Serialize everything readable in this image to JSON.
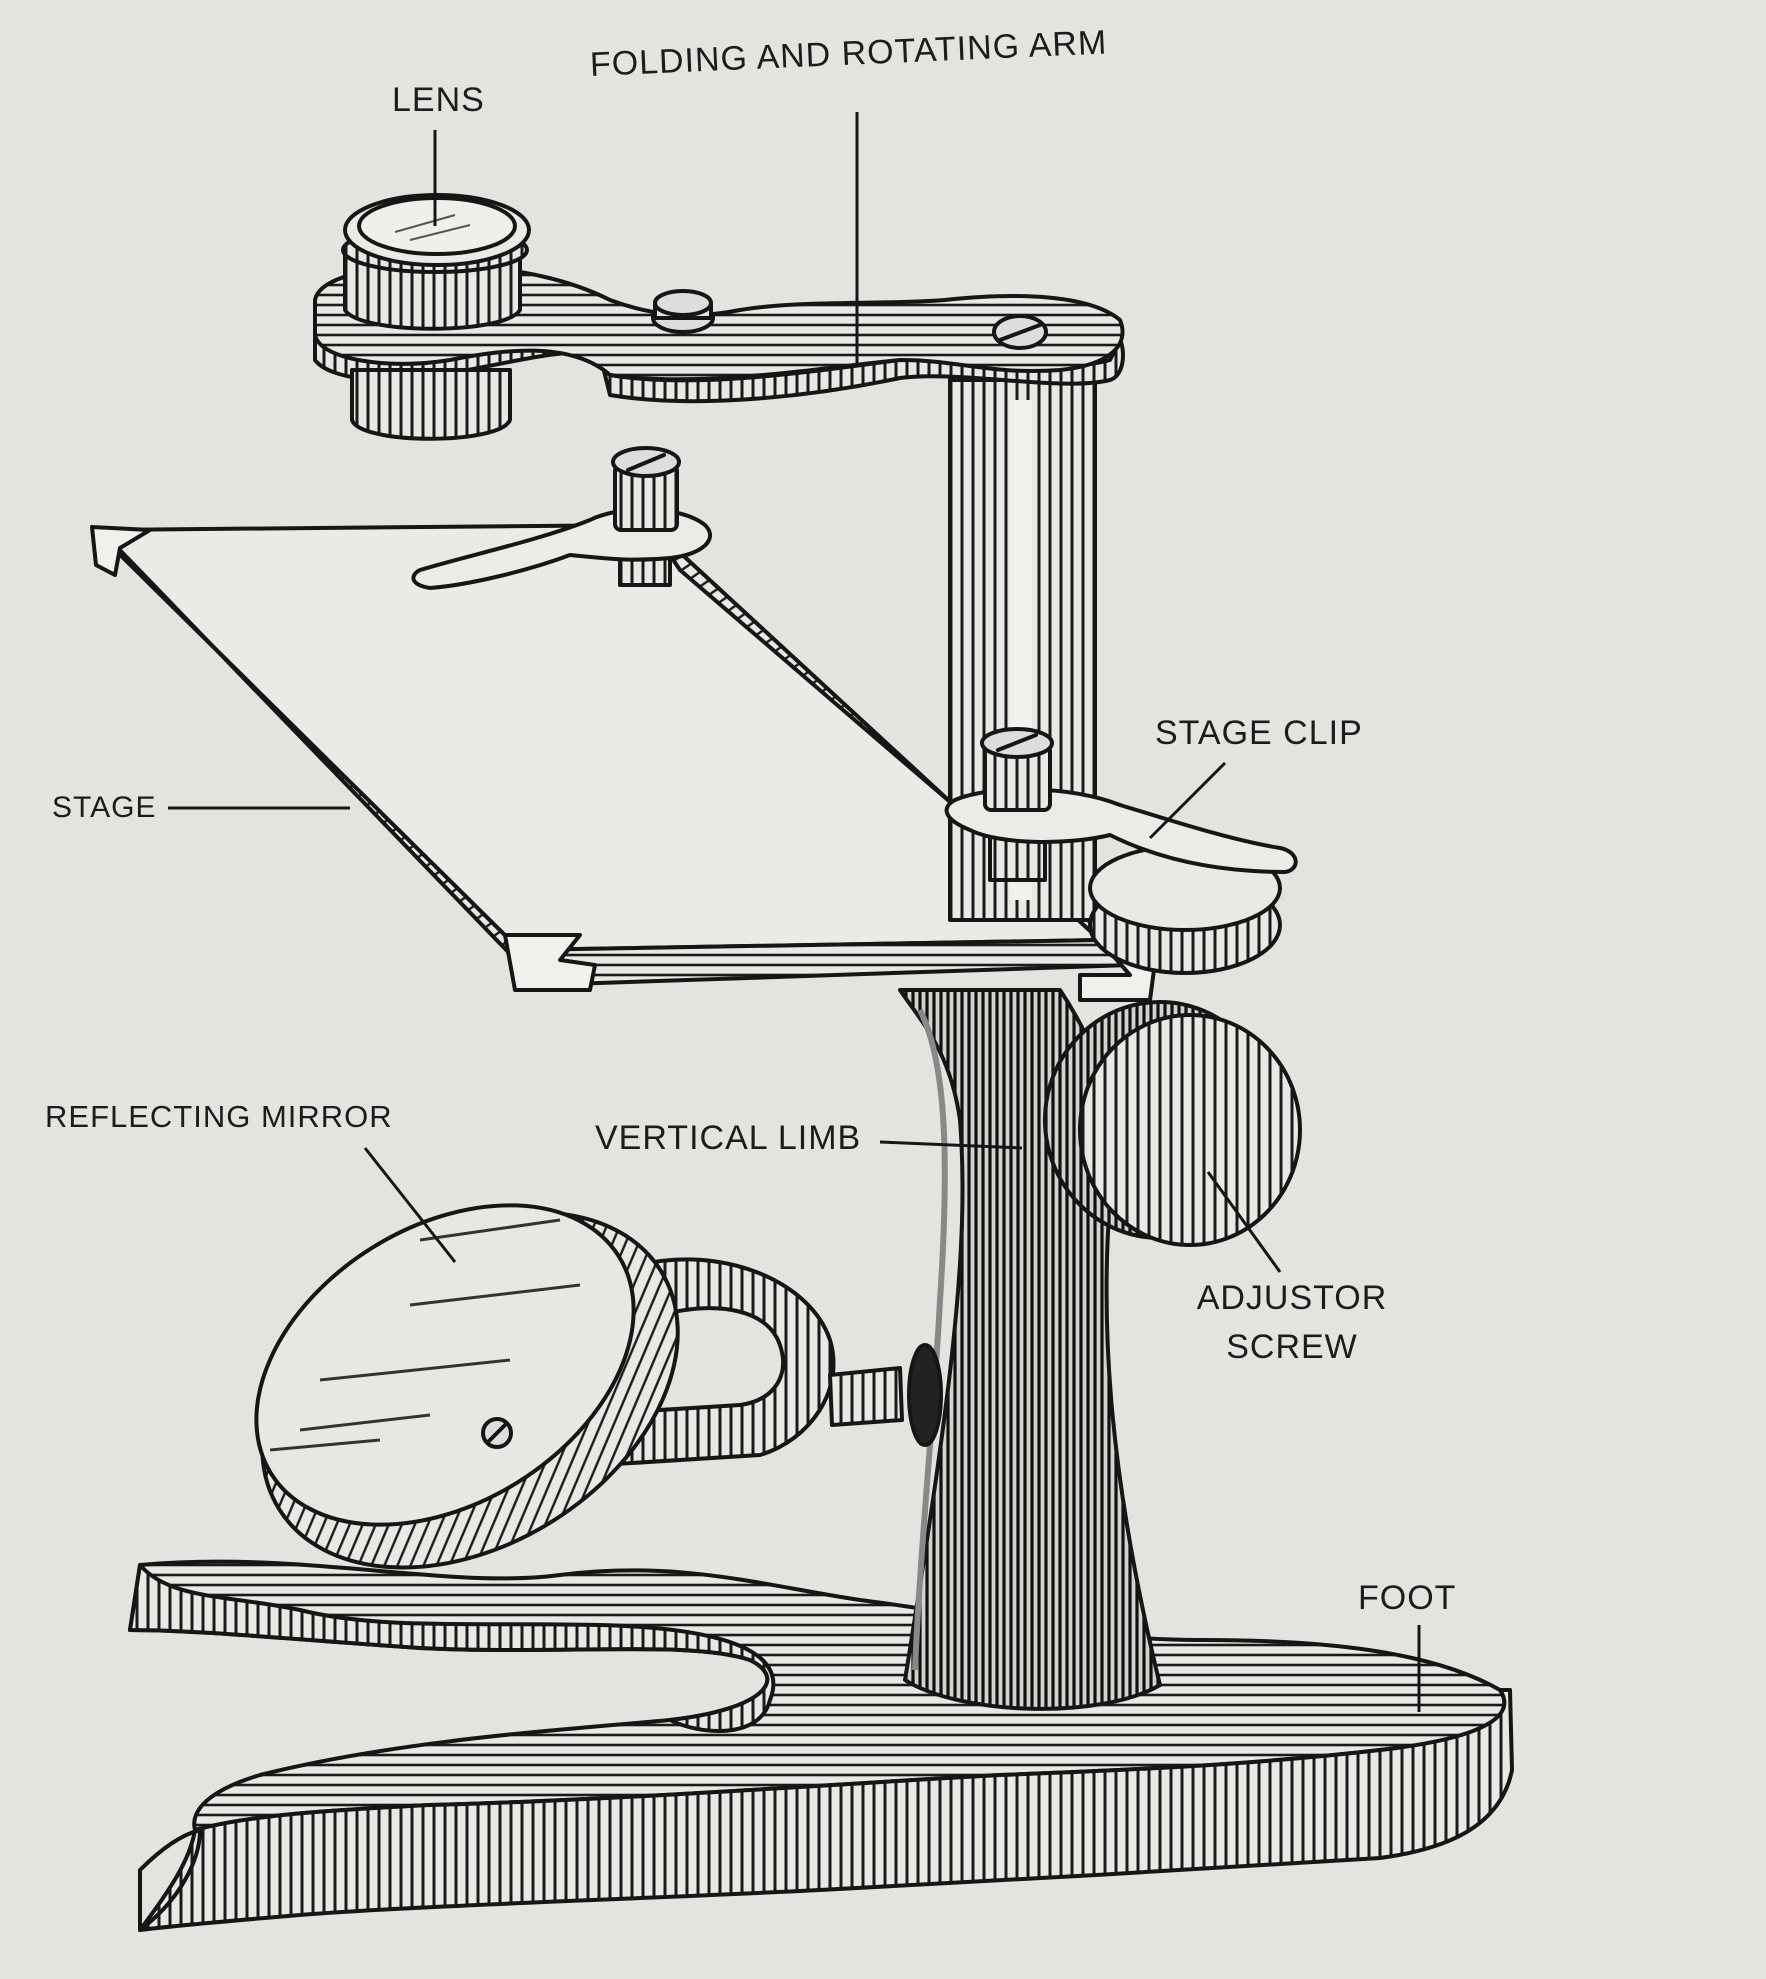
{
  "labels": {
    "lens": "LENS",
    "arm": "FOLDING  AND  ROTATING  ARM",
    "stage_clip": "STAGE  CLIP",
    "stage": "STAGE",
    "mirror": "REFLECTING  MIRROR",
    "limb": "VERTICAL  LIMB",
    "adjustor_line1": "ADJUSTOR",
    "adjustor_line2": "SCREW",
    "foot": "FOOT"
  }
}
